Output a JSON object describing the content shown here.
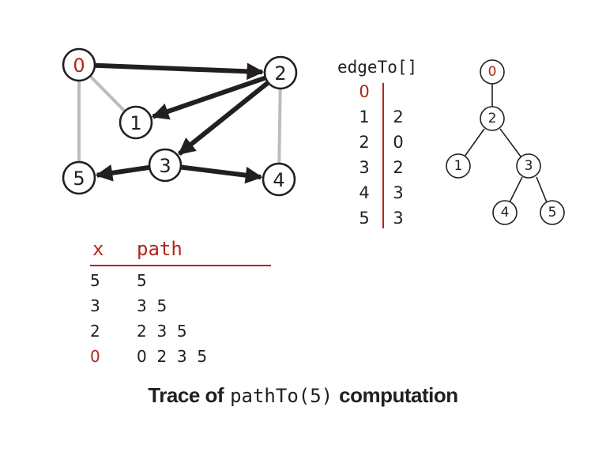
{
  "graph": {
    "nodes": [
      {
        "id": "0",
        "label": "0",
        "highlight": true
      },
      {
        "id": "1",
        "label": "1",
        "highlight": false
      },
      {
        "id": "2",
        "label": "2",
        "highlight": false
      },
      {
        "id": "3",
        "label": "3",
        "highlight": false
      },
      {
        "id": "4",
        "label": "4",
        "highlight": false
      },
      {
        "id": "5",
        "label": "5",
        "highlight": false
      }
    ],
    "gray_edges": [
      [
        "0",
        "1"
      ],
      [
        "0",
        "5"
      ],
      [
        "2",
        "4"
      ]
    ],
    "tree_edges": [
      [
        "0",
        "2"
      ],
      [
        "2",
        "1"
      ],
      [
        "2",
        "3"
      ],
      [
        "3",
        "5"
      ],
      [
        "3",
        "4"
      ]
    ]
  },
  "edge_to": {
    "title": "edgeTo[]",
    "rows": [
      {
        "index": "0",
        "value": "",
        "highlight": true
      },
      {
        "index": "1",
        "value": "2",
        "highlight": false
      },
      {
        "index": "2",
        "value": "0",
        "highlight": false
      },
      {
        "index": "3",
        "value": "2",
        "highlight": false
      },
      {
        "index": "4",
        "value": "3",
        "highlight": false
      },
      {
        "index": "5",
        "value": "3",
        "highlight": false
      }
    ]
  },
  "tree": {
    "root": "0",
    "nodes": [
      "0",
      "2",
      "1",
      "3",
      "4",
      "5"
    ]
  },
  "trace": {
    "x_header": "x",
    "path_header": "path",
    "rows": [
      {
        "x": "5",
        "path": "5",
        "highlight": false
      },
      {
        "x": "3",
        "path": "3  5",
        "highlight": false
      },
      {
        "x": "2",
        "path": "2  3  5",
        "highlight": false
      },
      {
        "x": "0",
        "path": "0  2  3  5",
        "highlight": true
      }
    ]
  },
  "caption": {
    "prefix": "Trace of",
    "code": "pathTo(5)",
    "suffix": "computation"
  },
  "colors": {
    "ink": "#231f20",
    "accent": "#b0261b",
    "gray_edge": "#bcbcbc"
  }
}
